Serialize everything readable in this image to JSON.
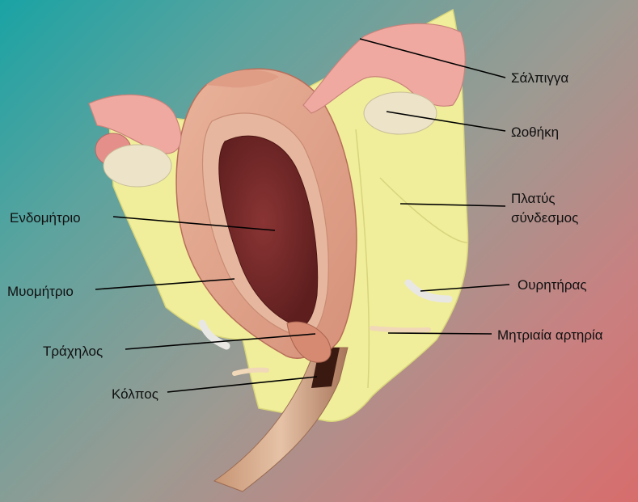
{
  "labels": {
    "fallopian_tube": "Σάλπιγγα",
    "ovary": "Ωοθήκη",
    "broad_ligament_line1": "Πλατύς",
    "broad_ligament_line2": "σύνδεσμος",
    "endometrium": "Ενδομήτριο",
    "myometrium": "Μυομήτριο",
    "ureter": "Ουρητήρας",
    "cervix": "Τράχηλος",
    "uterine_artery": "Μητριαία αρτηρία",
    "vagina": "Κόλπος"
  },
  "colors": {
    "ligament": "#f0ee9a",
    "uterus_outer": "#e6a48c",
    "myometrium": "#d98e78",
    "endometrium": "#7a2a2a",
    "ovary": "#ece3c8",
    "tube": "#f0a9a1",
    "leader_line": "#000000"
  }
}
